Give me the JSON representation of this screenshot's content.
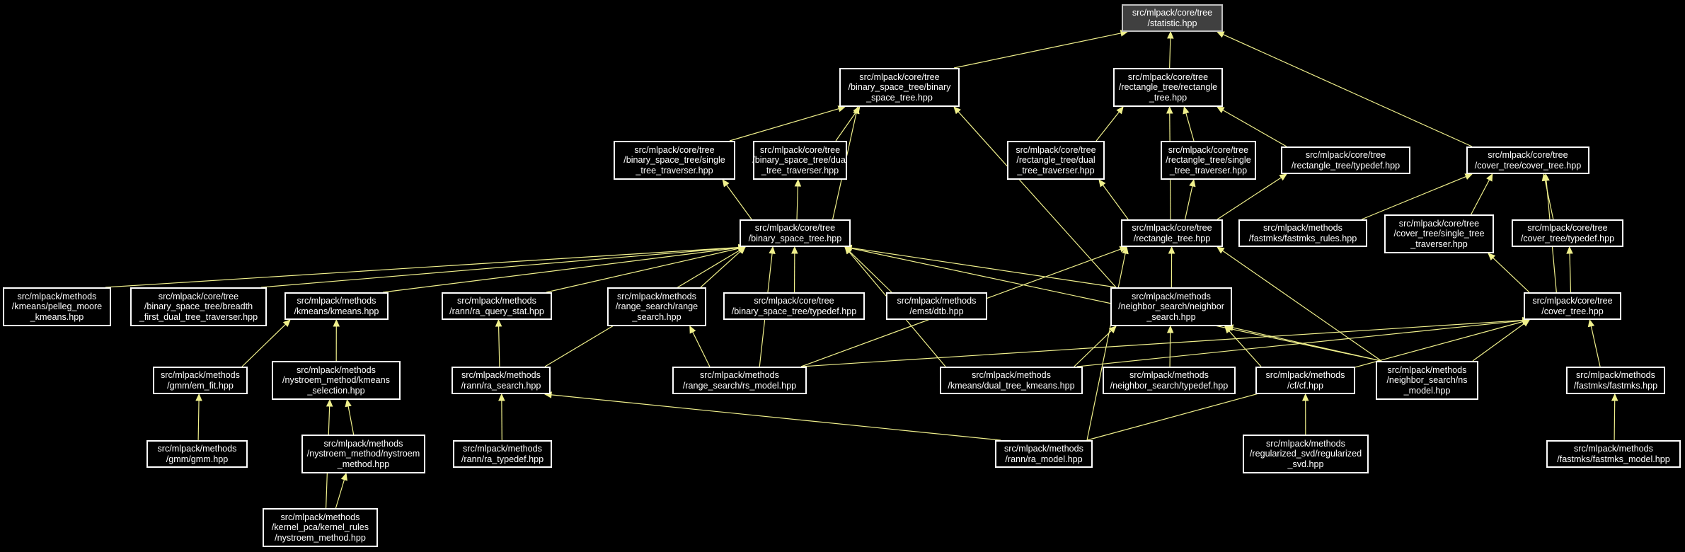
{
  "nodes": [
    {
      "id": "statistic",
      "label": "src/mlpack/core/tree\n/statistic.hpp",
      "root": true
    },
    {
      "id": "bst",
      "label": "src/mlpack/core/tree\n/binary_space_tree/binary\n_space_tree.hpp"
    },
    {
      "id": "rect",
      "label": "src/mlpack/core/tree\n/rectangle_tree/rectangle\n_tree.hpp"
    },
    {
      "id": "bst_single",
      "label": "src/mlpack/core/tree\n/binary_space_tree/single\n_tree_traverser.hpp"
    },
    {
      "id": "bst_dual",
      "label": "src/mlpack/core/tree\n/binary_space_tree/dual\n_tree_traverser.hpp"
    },
    {
      "id": "rect_dual",
      "label": "src/mlpack/core/tree\n/rectangle_tree/dual\n_tree_traverser.hpp"
    },
    {
      "id": "rect_single",
      "label": "src/mlpack/core/tree\n/rectangle_tree/single\n_tree_traverser.hpp"
    },
    {
      "id": "rect_typedef",
      "label": "src/mlpack/core/tree\n/rectangle_tree/typedef.hpp"
    },
    {
      "id": "cover",
      "label": "src/mlpack/core/tree\n/cover_tree/cover_tree.hpp"
    },
    {
      "id": "bst_hpp",
      "label": "src/mlpack/core/tree\n/binary_space_tree.hpp"
    },
    {
      "id": "rect_hpp",
      "label": "src/mlpack/core/tree\n/rectangle_tree.hpp"
    },
    {
      "id": "fastmks_rules",
      "label": "src/mlpack/methods\n/fastmks/fastmks_rules.hpp"
    },
    {
      "id": "cover_single",
      "label": "src/mlpack/core/tree\n/cover_tree/single_tree\n_traverser.hpp"
    },
    {
      "id": "cover_typedef",
      "label": "src/mlpack/core/tree\n/cover_tree/typedef.hpp"
    },
    {
      "id": "pelleg",
      "label": "src/mlpack/methods\n/kmeans/pelleg_moore\n_kmeans.hpp"
    },
    {
      "id": "breadth",
      "label": "src/mlpack/core/tree\n/binary_space_tree/breadth\n_first_dual_tree_traverser.hpp"
    },
    {
      "id": "kmeans",
      "label": "src/mlpack/methods\n/kmeans/kmeans.hpp"
    },
    {
      "id": "ra_qstat",
      "label": "src/mlpack/methods\n/rann/ra_query_stat.hpp"
    },
    {
      "id": "range_search",
      "label": "src/mlpack/methods\n/range_search/range\n_search.hpp"
    },
    {
      "id": "bst_typedef",
      "label": "src/mlpack/core/tree\n/binary_space_tree/typedef.hpp"
    },
    {
      "id": "dtb",
      "label": "src/mlpack/methods\n/emst/dtb.hpp"
    },
    {
      "id": "ns",
      "label": "src/mlpack/methods\n/neighbor_search/neighbor\n_search.hpp"
    },
    {
      "id": "cover_hpp",
      "label": "src/mlpack/core/tree\n/cover_tree.hpp"
    },
    {
      "id": "em_fit",
      "label": "src/mlpack/methods\n/gmm/em_fit.hpp"
    },
    {
      "id": "nys_kmeans",
      "label": "src/mlpack/methods\n/nystroem_method/kmeans\n_selection.hpp"
    },
    {
      "id": "ra_search",
      "label": "src/mlpack/methods\n/rann/ra_search.hpp"
    },
    {
      "id": "rs_model",
      "label": "src/mlpack/methods\n/range_search/rs_model.hpp"
    },
    {
      "id": "dual_kmeans",
      "label": "src/mlpack/methods\n/kmeans/dual_tree_kmeans.hpp"
    },
    {
      "id": "ns_typedef",
      "label": "src/mlpack/methods\n/neighbor_search/typedef.hpp"
    },
    {
      "id": "cf",
      "label": "src/mlpack/methods\n/cf/cf.hpp"
    },
    {
      "id": "ns_model",
      "label": "src/mlpack/methods\n/neighbor_search/ns\n_model.hpp"
    },
    {
      "id": "fastmks",
      "label": "src/mlpack/methods\n/fastmks/fastmks.hpp"
    },
    {
      "id": "gmm",
      "label": "src/mlpack/methods\n/gmm/gmm.hpp"
    },
    {
      "id": "nys_method",
      "label": "src/mlpack/methods\n/nystroem_method/nystroem\n_method.hpp"
    },
    {
      "id": "ra_typedef",
      "label": "src/mlpack/methods\n/rann/ra_typedef.hpp"
    },
    {
      "id": "ra_model",
      "label": "src/mlpack/methods\n/rann/ra_model.hpp"
    },
    {
      "id": "reg_svd",
      "label": "src/mlpack/methods\n/regularized_svd/regularized\n_svd.hpp"
    },
    {
      "id": "fastmks_model",
      "label": "src/mlpack/methods\n/fastmks/fastmks_model.hpp"
    },
    {
      "id": "kernel_rules",
      "label": "src/mlpack/methods\n/kernel_pca/kernel_rules\n/nystroem_method.hpp"
    }
  ],
  "edges": [
    [
      "bst",
      "statistic"
    ],
    [
      "rect",
      "statistic"
    ],
    [
      "cover",
      "statistic"
    ],
    [
      "bst_single",
      "bst"
    ],
    [
      "bst_dual",
      "bst"
    ],
    [
      "bst_hpp",
      "bst"
    ],
    [
      "ns",
      "bst"
    ],
    [
      "rect_dual",
      "rect"
    ],
    [
      "rect_single",
      "rect"
    ],
    [
      "rect_typedef",
      "rect"
    ],
    [
      "rect_hpp",
      "rect"
    ],
    [
      "bst_hpp",
      "bst_single"
    ],
    [
      "bst_hpp",
      "bst_dual"
    ],
    [
      "rect_hpp",
      "rect_dual"
    ],
    [
      "rect_hpp",
      "rect_single"
    ],
    [
      "rect_hpp",
      "rect_typedef"
    ],
    [
      "fastmks_rules",
      "cover"
    ],
    [
      "cover_single",
      "cover"
    ],
    [
      "cover_typedef",
      "cover"
    ],
    [
      "cover_hpp",
      "cover"
    ],
    [
      "pelleg",
      "bst_hpp"
    ],
    [
      "breadth",
      "bst_hpp"
    ],
    [
      "kmeans",
      "bst_hpp"
    ],
    [
      "ra_qstat",
      "bst_hpp"
    ],
    [
      "range_search",
      "bst_hpp"
    ],
    [
      "bst_typedef",
      "bst_hpp"
    ],
    [
      "dtb",
      "bst_hpp"
    ],
    [
      "ns",
      "bst_hpp"
    ],
    [
      "ra_search",
      "bst_hpp"
    ],
    [
      "rs_model",
      "bst_hpp"
    ],
    [
      "dual_kmeans",
      "bst_hpp"
    ],
    [
      "ns_model",
      "bst_hpp"
    ],
    [
      "ns",
      "rect_hpp"
    ],
    [
      "rs_model",
      "rect_hpp"
    ],
    [
      "ns_model",
      "rect_hpp"
    ],
    [
      "ra_model",
      "rect_hpp"
    ],
    [
      "cover_hpp",
      "cover_single"
    ],
    [
      "cover_hpp",
      "cover_typedef"
    ],
    [
      "em_fit",
      "kmeans"
    ],
    [
      "nys_kmeans",
      "kmeans"
    ],
    [
      "ra_search",
      "ra_qstat"
    ],
    [
      "rs_model",
      "range_search"
    ],
    [
      "dual_kmeans",
      "ns"
    ],
    [
      "ns_typedef",
      "ns"
    ],
    [
      "cf",
      "ns"
    ],
    [
      "ns_model",
      "ns"
    ],
    [
      "rs_model",
      "cover_hpp"
    ],
    [
      "dual_kmeans",
      "cover_hpp"
    ],
    [
      "ns_model",
      "cover_hpp"
    ],
    [
      "fastmks",
      "cover_hpp"
    ],
    [
      "ra_model",
      "cover_hpp"
    ],
    [
      "gmm",
      "em_fit"
    ],
    [
      "nys_method",
      "nys_kmeans"
    ],
    [
      "kernel_rules",
      "nys_kmeans"
    ],
    [
      "ra_typedef",
      "ra_search"
    ],
    [
      "ra_model",
      "ra_search"
    ],
    [
      "reg_svd",
      "cf"
    ],
    [
      "fastmks_model",
      "fastmks"
    ],
    [
      "kernel_rules",
      "nys_method"
    ]
  ],
  "colors": {
    "background": "#000000",
    "edge": "#f0f08c",
    "node_border": "#ffffff",
    "root_fill": "#404040"
  }
}
